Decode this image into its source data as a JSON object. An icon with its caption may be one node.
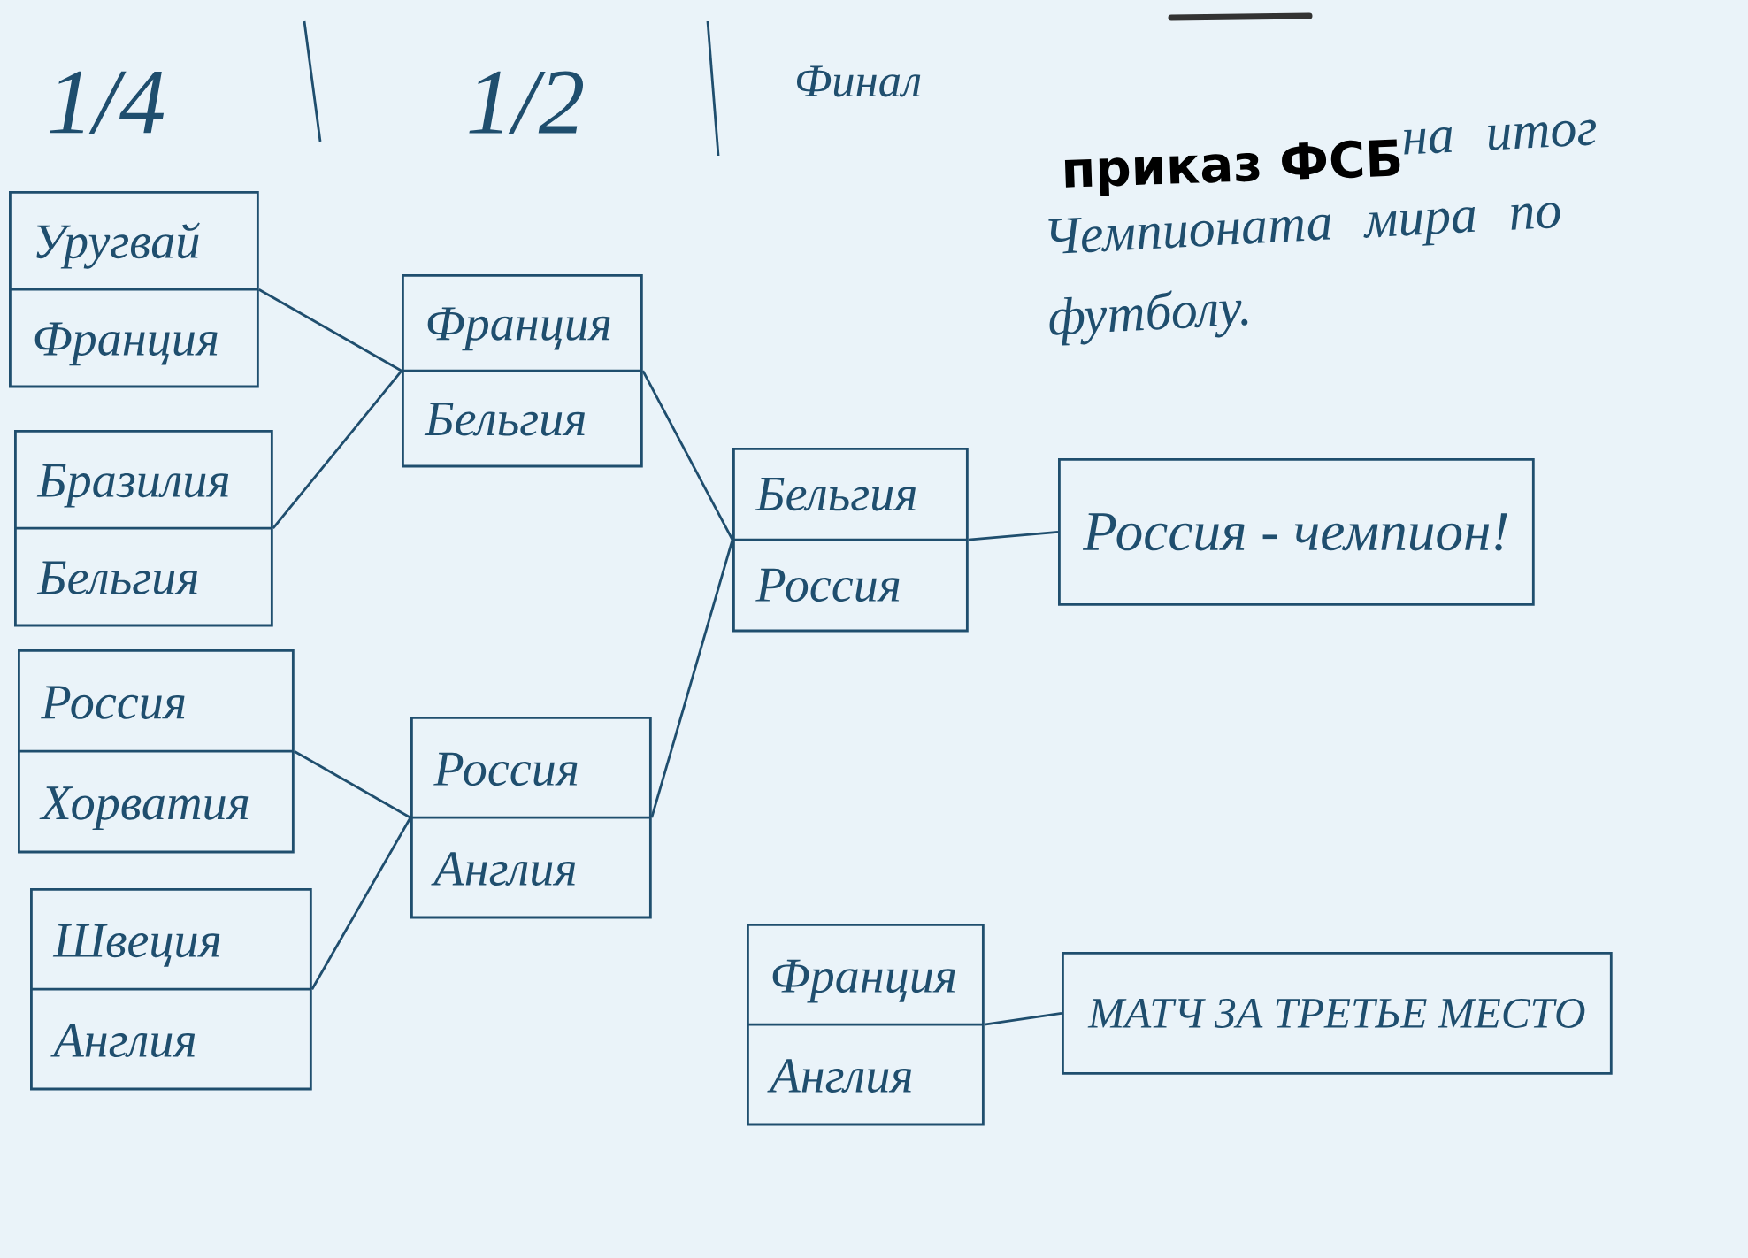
{
  "diagram": {
    "nodes": [
      {
        "text": [
          "Уругвай",
          "Франция"
        ]
      },
      {
        "text": [
          "Бразилия",
          "Бельгия"
        ]
      },
      {
        "text": [
          "Россия",
          "Хорватия"
        ]
      },
      {
        "text": [
          "Швеция",
          "Англия"
        ]
      },
      {
        "text": [
          "Франция",
          "Бельгия"
        ]
      },
      {
        "text": [
          "Россия",
          "Англия"
        ]
      },
      {
        "text": [
          "Бельгия",
          "Россия"
        ]
      },
      {
        "text": [
          "Россия - чемпион!"
        ]
      },
      {
        "text": [
          "Франция",
          "Англия"
        ]
      },
      {
        "text": [
          "МАТЧ ЗА ТРЕТЬЕ МЕСТО"
        ]
      }
    ],
    "edges": [
      {
        "from": 0,
        "to": 4,
        "arrow": "none"
      },
      {
        "from": 1,
        "to": 4,
        "arrow": "none"
      },
      {
        "from": 2,
        "to": 5,
        "arrow": "none"
      },
      {
        "from": 3,
        "to": 5,
        "arrow": "none"
      },
      {
        "from": 4,
        "to": 6,
        "arrow": "none"
      },
      {
        "from": 5,
        "to": 6,
        "arrow": "none"
      },
      {
        "from": 6,
        "to": 7,
        "arrow": "none"
      },
      {
        "from": 8,
        "to": 9,
        "arrow": "none"
      }
    ],
    "labels": [
      "1/4",
      "1/2",
      "Финал",
      "приказ ФСБ",
      "на итог Чемпионата мира по футболу."
    ]
  }
}
